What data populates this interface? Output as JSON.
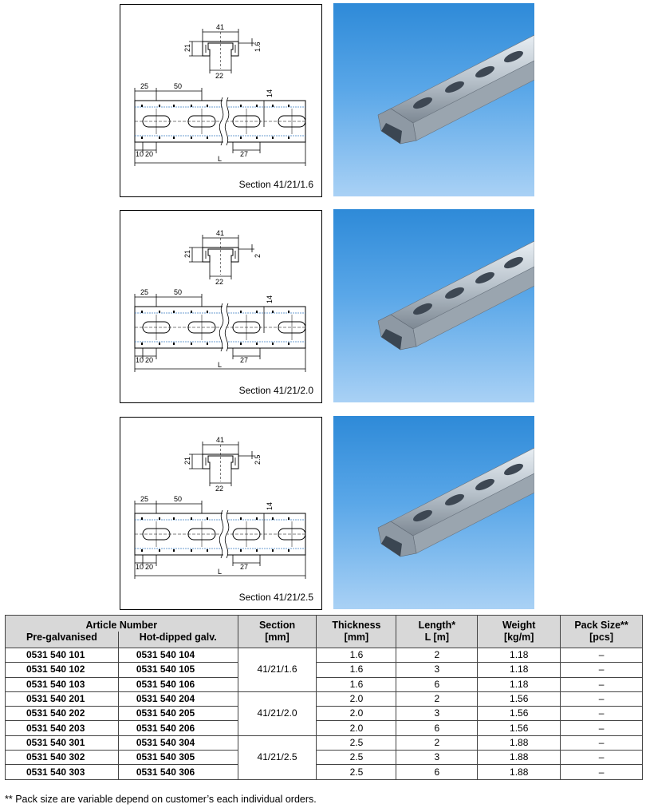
{
  "dims": {
    "top_width": "41",
    "height": "21",
    "opening": "22",
    "spacing_first": "25",
    "spacing": "50",
    "slot_height": "14",
    "edge1": "10",
    "edge2": "20",
    "slot_width": "27",
    "length": "L"
  },
  "sections": [
    {
      "caption": "Section 41/21/1.6",
      "thickness_label": "1.6"
    },
    {
      "caption": "Section 41/21/2.0",
      "thickness_label": "2"
    },
    {
      "caption": "Section 41/21/2.5",
      "thickness_label": "2.5"
    }
  ],
  "table": {
    "header": {
      "article_number": "Article Number",
      "pre_galvanised": "Pre-galvanised",
      "hot_dipped": "Hot-dipped galv.",
      "section_l1": "Section",
      "section_l2": "[mm]",
      "thickness_l1": "Thickness",
      "thickness_l2": "[mm]",
      "length_l1": "Length*",
      "length_l2": "L [m]",
      "weight_l1": "Weight",
      "weight_l2": "[kg/m]",
      "pack_l1": "Pack Size**",
      "pack_l2": "[pcs]"
    },
    "groups": [
      {
        "section": "41/21/1.6",
        "rows": [
          {
            "pre": "0531 540 101",
            "hot": "0531 540 104",
            "thickness": "1.6",
            "length": "2",
            "weight": "1.18",
            "pack": "–"
          },
          {
            "pre": "0531 540 102",
            "hot": "0531 540 105",
            "thickness": "1.6",
            "length": "3",
            "weight": "1.18",
            "pack": "–"
          },
          {
            "pre": "0531 540 103",
            "hot": "0531 540 106",
            "thickness": "1.6",
            "length": "6",
            "weight": "1.18",
            "pack": "–"
          }
        ]
      },
      {
        "section": "41/21/2.0",
        "rows": [
          {
            "pre": "0531 540 201",
            "hot": "0531 540 204",
            "thickness": "2.0",
            "length": "2",
            "weight": "1.56",
            "pack": "–"
          },
          {
            "pre": "0531 540 202",
            "hot": "0531 540 205",
            "thickness": "2.0",
            "length": "3",
            "weight": "1.56",
            "pack": "–"
          },
          {
            "pre": "0531 540 203",
            "hot": "0531 540 206",
            "thickness": "2.0",
            "length": "6",
            "weight": "1.56",
            "pack": "–"
          }
        ]
      },
      {
        "section": "41/21/2.5",
        "rows": [
          {
            "pre": "0531 540 301",
            "hot": "0531 540 304",
            "thickness": "2.5",
            "length": "2",
            "weight": "1.88",
            "pack": "–"
          },
          {
            "pre": "0531 540 302",
            "hot": "0531 540 305",
            "thickness": "2.5",
            "length": "3",
            "weight": "1.88",
            "pack": "–"
          },
          {
            "pre": "0531 540 303",
            "hot": "0531 540 306",
            "thickness": "2.5",
            "length": "6",
            "weight": "1.88",
            "pack": "–"
          }
        ]
      }
    ]
  },
  "footnote": "** Pack size are variable depend on customer’s each individual orders."
}
